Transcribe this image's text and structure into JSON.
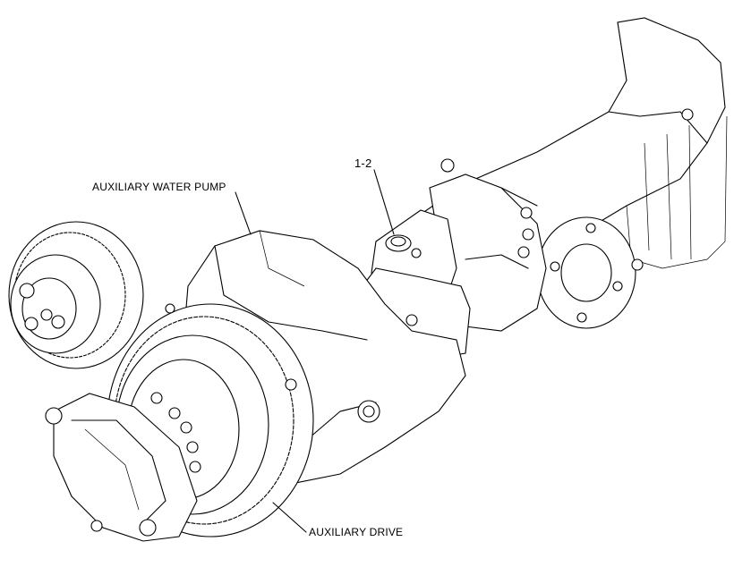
{
  "callouts": {
    "water_pump": "AUXILIARY WATER PUMP",
    "part_number": "1-2",
    "drive": "AUXILIARY DRIVE"
  },
  "colors": {
    "line": "#000000",
    "background": "#ffffff"
  }
}
